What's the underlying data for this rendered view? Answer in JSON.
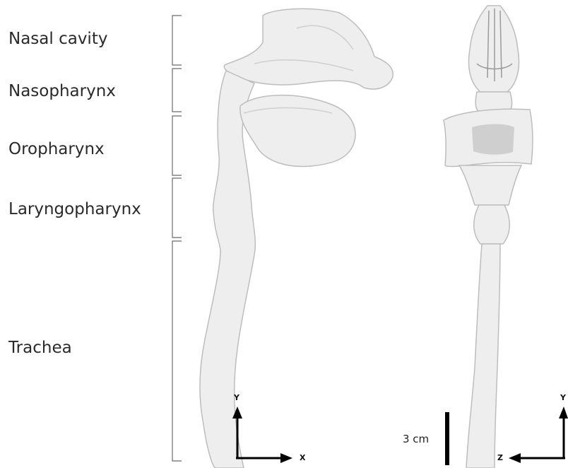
{
  "regions": [
    {
      "id": "nasal",
      "label": "Nasal cavity"
    },
    {
      "id": "naso",
      "label": "Nasopharynx"
    },
    {
      "id": "oro",
      "label": "Oropharynx"
    },
    {
      "id": "laryngo",
      "label": "Laryngopharynx"
    },
    {
      "id": "trachea",
      "label": "Trachea"
    }
  ],
  "side_view": {
    "axis_vertical": "Y",
    "axis_horizontal": "X"
  },
  "front_view": {
    "axis_vertical": "Y",
    "axis_horizontal": "Z"
  },
  "scale_bar": {
    "label": "3 cm"
  },
  "colors": {
    "model_fill": "#eeeeee",
    "model_stroke": "#bdbdbd",
    "bracket": "#6b6b6b",
    "axis": "#000000"
  }
}
